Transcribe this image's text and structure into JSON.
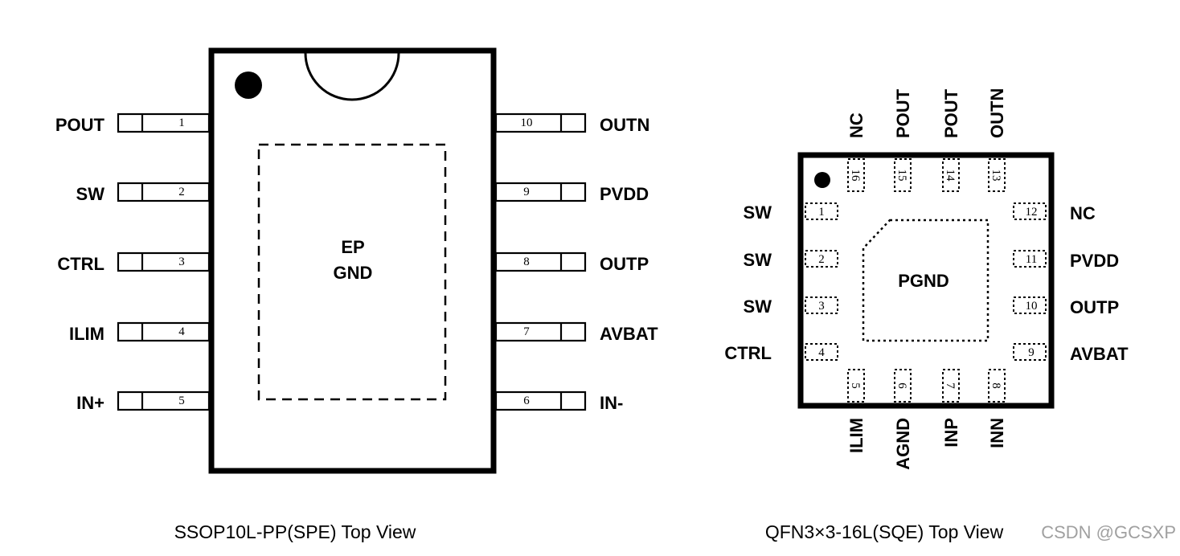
{
  "ssop": {
    "caption": "SSOP10L-PP(SPE) Top View",
    "pad_label_1": "EP",
    "pad_label_2": "GND",
    "left_pins": [
      {
        "num": "1",
        "name": "POUT"
      },
      {
        "num": "2",
        "name": "SW"
      },
      {
        "num": "3",
        "name": "CTRL"
      },
      {
        "num": "4",
        "name": "ILIM"
      },
      {
        "num": "5",
        "name": "IN+"
      }
    ],
    "right_pins": [
      {
        "num": "10",
        "name": "OUTN"
      },
      {
        "num": "9",
        "name": "PVDD"
      },
      {
        "num": "8",
        "name": "OUTP"
      },
      {
        "num": "7",
        "name": "AVBAT"
      },
      {
        "num": "6",
        "name": "IN-"
      }
    ]
  },
  "qfn": {
    "caption": "QFN3×3-16L(SQE) Top View",
    "pad_label": "PGND",
    "top_pins": [
      {
        "num": "16",
        "name": "NC"
      },
      {
        "num": "15",
        "name": "POUT"
      },
      {
        "num": "14",
        "name": "POUT"
      },
      {
        "num": "13",
        "name": "OUTN"
      }
    ],
    "left_pins": [
      {
        "num": "1",
        "name": "SW"
      },
      {
        "num": "2",
        "name": "SW"
      },
      {
        "num": "3",
        "name": "SW"
      },
      {
        "num": "4",
        "name": "CTRL"
      }
    ],
    "right_pins": [
      {
        "num": "12",
        "name": "NC"
      },
      {
        "num": "11",
        "name": "PVDD"
      },
      {
        "num": "10",
        "name": "OUTP"
      },
      {
        "num": "9",
        "name": "AVBAT"
      }
    ],
    "bottom_pins": [
      {
        "num": "5",
        "name": "ILIM"
      },
      {
        "num": "6",
        "name": "AGND"
      },
      {
        "num": "7",
        "name": "INP"
      },
      {
        "num": "8",
        "name": "INN"
      }
    ]
  },
  "watermark": "CSDN @GCSXP"
}
